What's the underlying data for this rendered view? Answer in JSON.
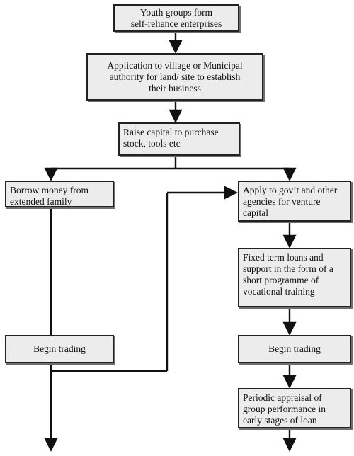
{
  "boxes": {
    "youth_groups": {
      "line1": "Youth groups form",
      "line2": "self-reliance enterprises"
    },
    "application": {
      "line1": "Application to village or Municipal",
      "line2": "authority for land/ site to establish",
      "line3": "their business"
    },
    "raise_capital": {
      "line1": "Raise capital  to purchase",
      "line2": "stock, tools etc"
    },
    "borrow_money": {
      "line1": "Borrow money from",
      "line2": "extended family"
    },
    "apply_gov": {
      "line1": "Apply to gov’t and other",
      "line2": "agencies for venture",
      "line3": "capital"
    },
    "fixed_term": {
      "line1": "Fixed term loans and",
      "line2": "support in the form of a",
      "line3": "short programme of",
      "line4": "vocational training"
    },
    "begin_trading_left": {
      "line1": "Begin trading"
    },
    "begin_trading_right": {
      "line1": "Begin trading"
    },
    "periodic_appraisal": {
      "line1": "Periodic appraisal of",
      "line2": "group performance in",
      "line3": "early stages of loan"
    }
  },
  "colors": {
    "box_fill": "#ececec",
    "box_border": "#222222",
    "line": "#111111"
  }
}
